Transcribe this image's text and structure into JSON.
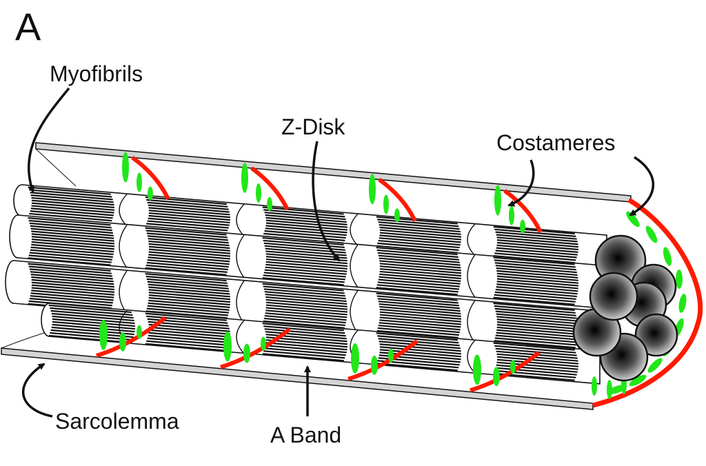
{
  "panel_letter": "A",
  "labels": {
    "myofibrils": "Myofibrils",
    "z_disk": "Z-Disk",
    "costameres": "Costameres",
    "sarcolemma": "Sarcolemma",
    "a_band": "A Band"
  },
  "colors": {
    "costamere_red": "#ff1a00",
    "costamere_green": "#22e61a",
    "membrane_gray": "#d4d4d4",
    "ink": "#111111"
  }
}
